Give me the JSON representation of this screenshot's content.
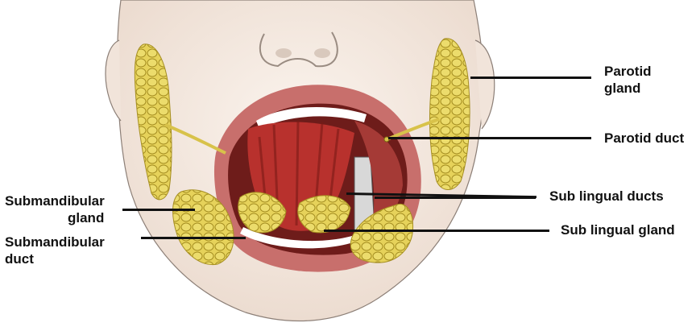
{
  "labels": {
    "parotid_gland": [
      "Parotid",
      "gland"
    ],
    "parotid_duct": "Parotid duct",
    "sub_lingual_ducts": "Sub lingual ducts",
    "sub_lingual_gland": "Sub lingual gland",
    "submandibular_gland": [
      "Submandibular",
      "gland"
    ],
    "submandibular_duct": [
      "Submandibular",
      "duct"
    ]
  },
  "colors": {
    "gland": "#e6d25a",
    "gland_edge": "#a68f22",
    "skin": "#f6ece4",
    "lips": "#c86f6c",
    "mucosa": "#a53a36",
    "muscle": "#b8312d",
    "teeth": "#ffffff"
  }
}
